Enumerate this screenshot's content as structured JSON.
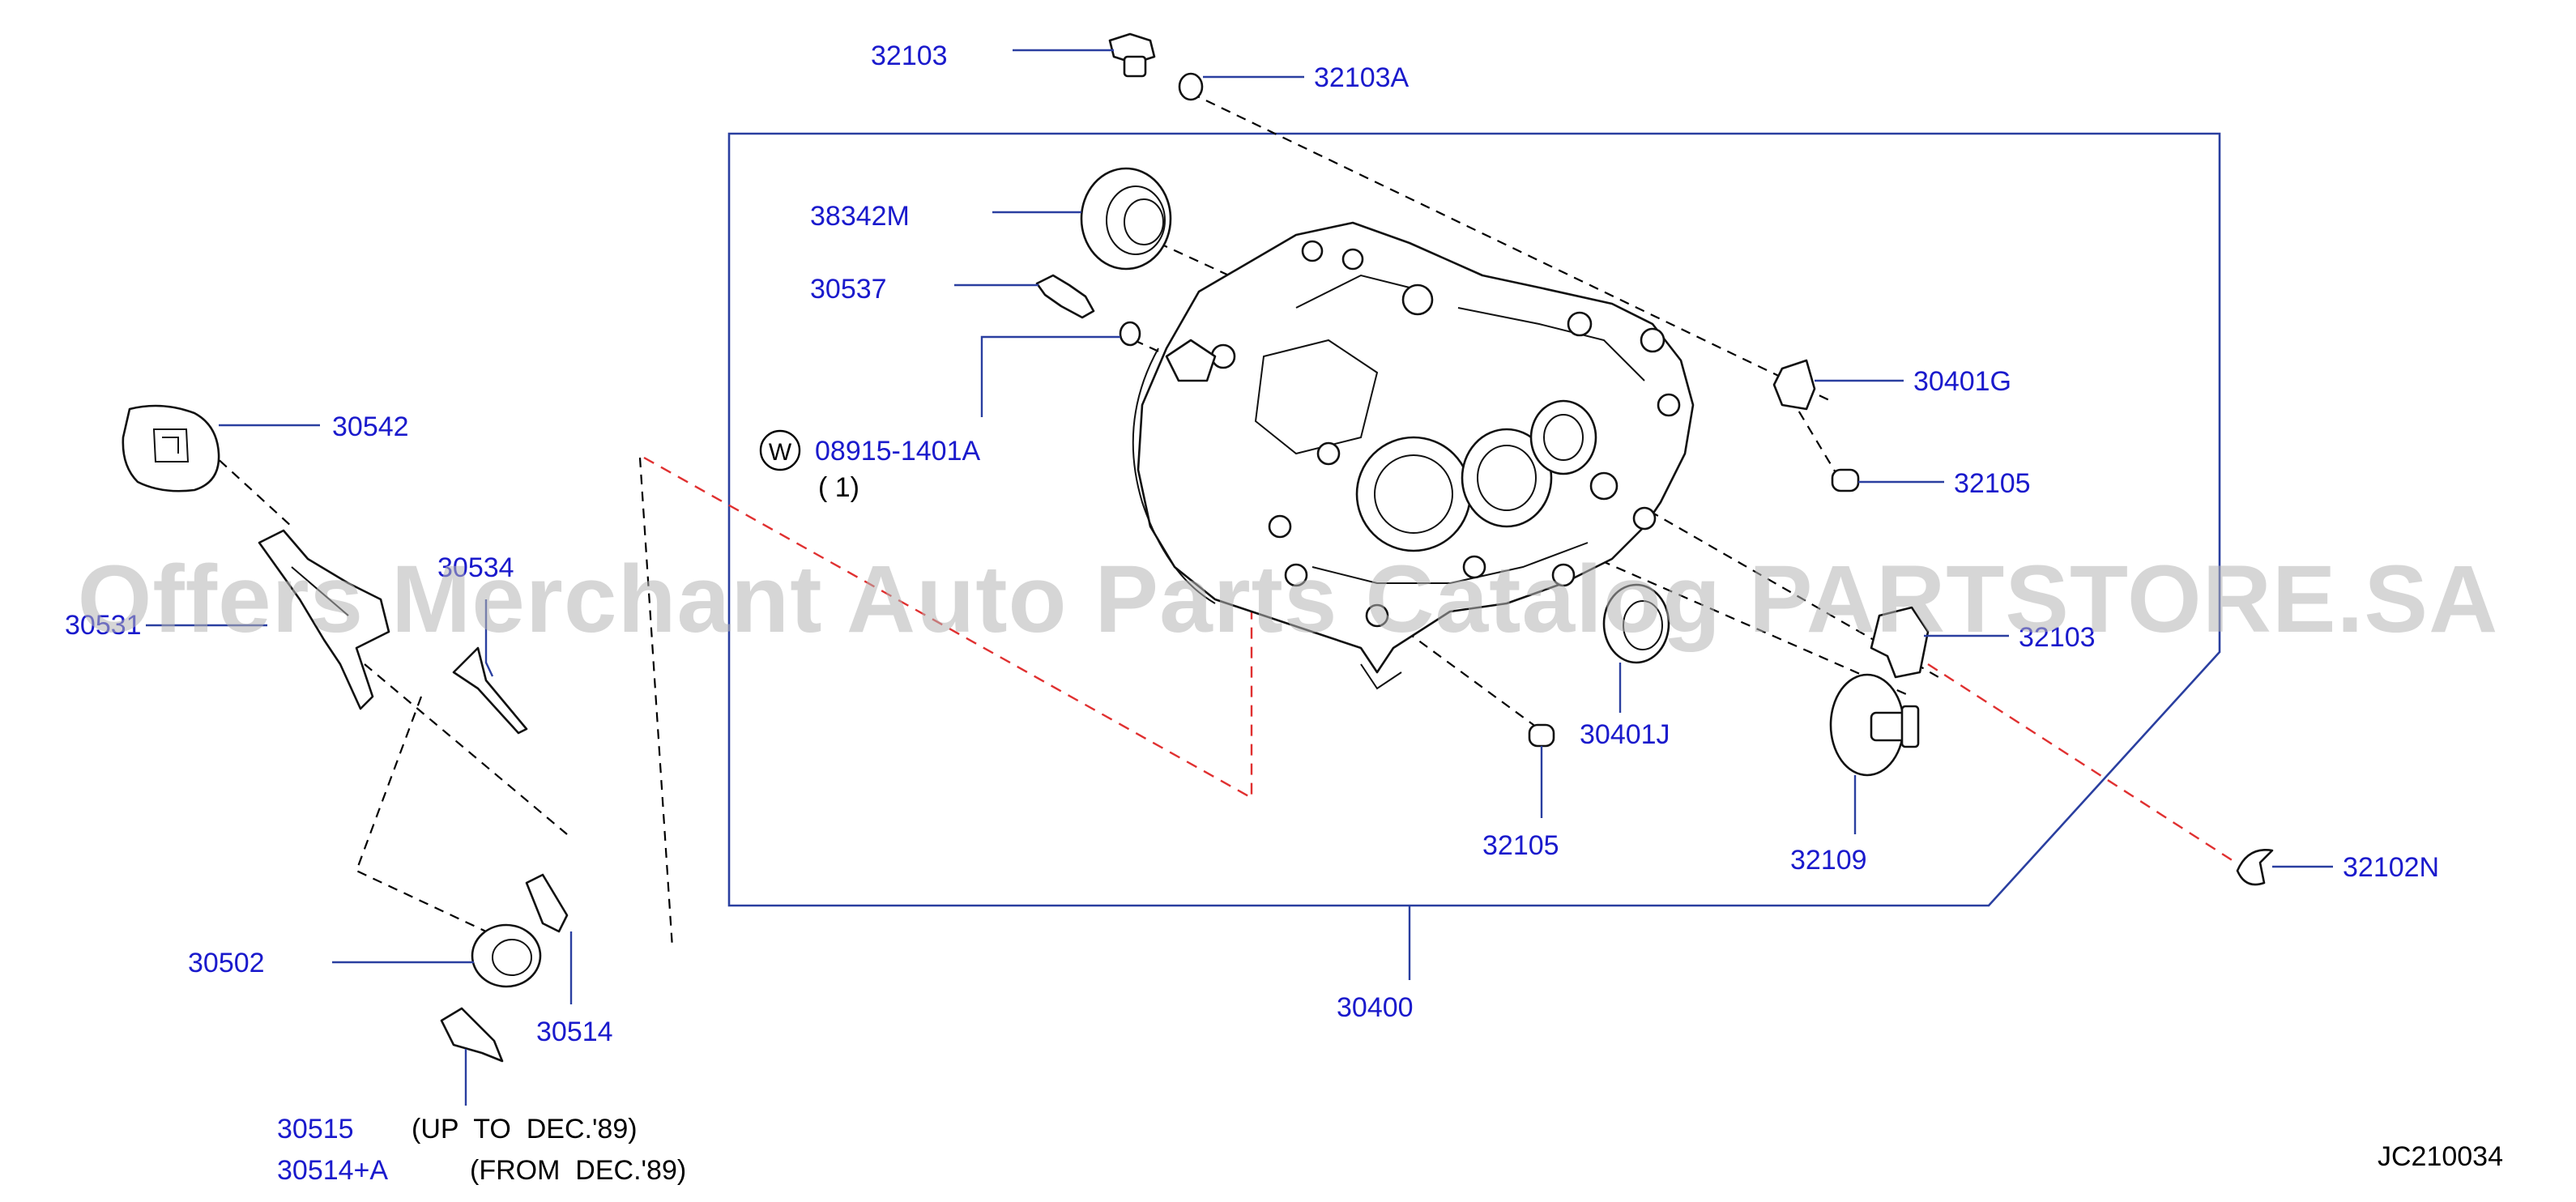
{
  "watermark": "Offers Merchant Auto Parts Catalog PARTSTORE.SA",
  "catalog_code": "JC210034",
  "parts": {
    "p32103": "32103",
    "p32103A": "32103A",
    "p38342M": "38342M",
    "p30537": "30537",
    "p08915": "08915-1401A",
    "p08915_qty": "( 1)",
    "w_badge": "W",
    "p30401G": "30401G",
    "p32105_right": "32105",
    "p32103_right": "32103",
    "p30542": "30542",
    "p30534": "30534",
    "p30531": "30531",
    "p30401J": "30401J",
    "p32105_bottom": "32105",
    "p32109": "32109",
    "p32102N": "32102N",
    "p30502": "30502",
    "p30514": "30514",
    "p30400": "30400",
    "p30515": "30515",
    "p30515_note": "(UP  TO  DEC.'89)",
    "p30514A": "30514+A",
    "p30514A_note": "(FROM  DEC.'89)"
  }
}
